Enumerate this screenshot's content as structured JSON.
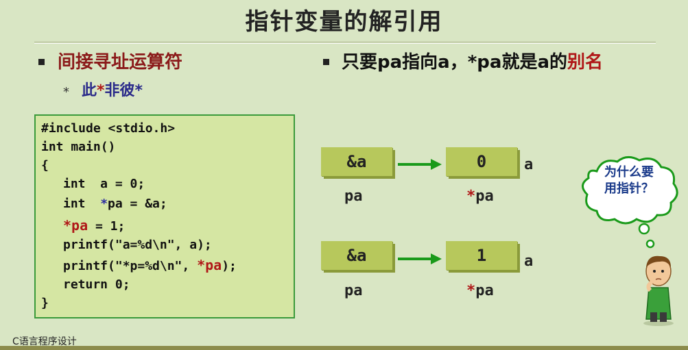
{
  "title": "指针变量的解引用",
  "left_bullet": "间接寻址运算符",
  "sub_star": "*",
  "sub_item": {
    "pre": "此",
    "star1": "*",
    "mid": "非彼",
    "star2": "*"
  },
  "right_bullet": {
    "text": "只要pa指向a，*pa就是a的",
    "highlight": "别名"
  },
  "code": {
    "line1": "#include <stdio.h>",
    "line2": "int main()",
    "line3": "{",
    "line4": "int  a = 0;",
    "line5_pre": "int  ",
    "line5_star": "*",
    "line5_post": "pa = &a;",
    "line6_red": "*pa",
    "line6_post": " = 1;",
    "line7": "printf(\"a=%d\\n\", a);",
    "line8_pre": "printf(\"*p=%d\\n\", ",
    "line8_red": "*pa",
    "line8_post": ");",
    "line9": "return 0;",
    "line10": "}"
  },
  "diagram": {
    "row1": {
      "pa_box": "&a",
      "target_box": "0",
      "var_label": "a",
      "pa_label": "pa",
      "deref_star": "*",
      "deref_label": "pa"
    },
    "row2": {
      "pa_box": "&a",
      "target_box": "1",
      "var_label": "a",
      "pa_label": "pa",
      "deref_star": "*",
      "deref_label": "pa"
    }
  },
  "thought_bubble": {
    "line1": "为什么要",
    "line2": "用指针？"
  },
  "footer": "C语言程序设计",
  "colors": {
    "background": "#d9e6c4",
    "accent_red": "#b01818",
    "box": "#b7c85c",
    "arrow": "#1a9a1a",
    "code_bg": "#d5e6a3"
  }
}
